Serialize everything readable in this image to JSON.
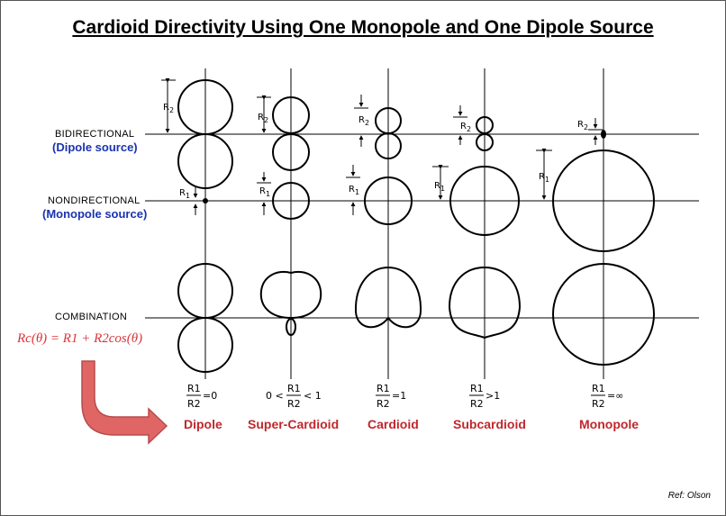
{
  "title": "Cardioid Directivity Using One Monopole and One Dipole Source",
  "rows": {
    "bidirectional": "BIDIRECTIONAL",
    "dipole_source": "(Dipole source)",
    "nondirectional": "NONDIRECTIONAL",
    "monopole_source": "(Monopole source)",
    "combination": "COMBINATION"
  },
  "formula": "Rc(θ) = R1 + R2cos(θ)",
  "radius_labels": {
    "r1": "R",
    "r1_sub": "1",
    "r2": "R",
    "r2_sub": "2"
  },
  "ratios": [
    {
      "prefix": "",
      "num": "R1",
      "den": "R2",
      "relation": "=0"
    },
    {
      "prefix": "0 <",
      "num": "R1",
      "den": "R2",
      "relation": "< 1"
    },
    {
      "prefix": "",
      "num": "R1",
      "den": "R2",
      "relation": "=1"
    },
    {
      "prefix": "",
      "num": "R1",
      "den": "R2",
      "relation": ">1"
    },
    {
      "prefix": "",
      "num": "R1",
      "den": "R2",
      "relation": "=∞"
    }
  ],
  "pattern_names": [
    "Dipole",
    "Super-Cardioid",
    "Cardioid",
    "Subcardioid",
    "Monopole"
  ],
  "ref": "Ref: Olson",
  "colors": {
    "pattern_name": "#c0272d",
    "source_label": "#1a33b0",
    "formula": "#d9363a",
    "arrow": "#e06666"
  }
}
